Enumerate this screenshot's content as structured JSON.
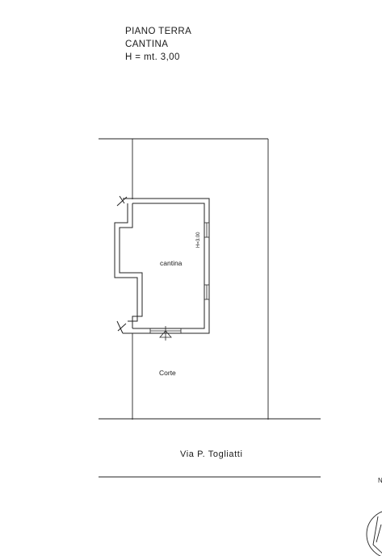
{
  "header": {
    "floor": "PIANO TERRA",
    "room_type": "CANTINA",
    "height_note": "H = mt. 3,00"
  },
  "plan": {
    "room_label": "cantina",
    "room_height_tag": "H=3.00",
    "yard_label": "Corte",
    "street_label": "Via P. Togliatti",
    "corner_letter": "N"
  }
}
